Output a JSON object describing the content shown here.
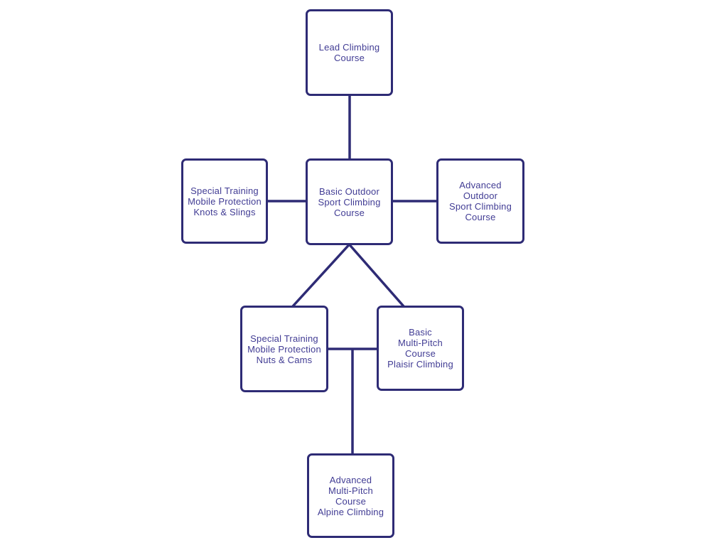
{
  "diagram": {
    "type": "flowchart",
    "colors": {
      "background": "#ffffff",
      "node_border": "#2e2b75",
      "connector_line": "#2e2b75",
      "text": "#413c94"
    },
    "nodes": {
      "lead_climbing": {
        "label": "Lead Climbing\nCourse"
      },
      "special_training_knots": {
        "label": "Special Training\nMobile Protection\nKnots & Slings"
      },
      "basic_outdoor": {
        "label": "Basic Outdoor\nSport Climbing\nCourse"
      },
      "advanced_outdoor": {
        "label": "Advanced Outdoor\nSport Climbing\nCourse"
      },
      "special_training_nuts": {
        "label": "Special Training\nMobile Protection\nNuts & Cams"
      },
      "basic_multi_pitch": {
        "label": "Basic\nMulti-Pitch\nCourse\nPlaisir Climbing"
      },
      "advanced_multi_pitch": {
        "label": "Advanced\nMulti-Pitch\nCourse\nAlpine Climbing"
      }
    },
    "edges": [
      {
        "from": "lead_climbing",
        "to": "basic_outdoor"
      },
      {
        "from": "special_training_knots",
        "to": "basic_outdoor"
      },
      {
        "from": "basic_outdoor",
        "to": "advanced_outdoor"
      },
      {
        "from": "basic_outdoor",
        "to": "special_training_nuts"
      },
      {
        "from": "basic_outdoor",
        "to": "basic_multi_pitch"
      },
      {
        "from": "special_training_nuts",
        "to": "basic_multi_pitch"
      },
      {
        "from": "basic_multi_pitch",
        "to": "advanced_multi_pitch"
      }
    ]
  }
}
